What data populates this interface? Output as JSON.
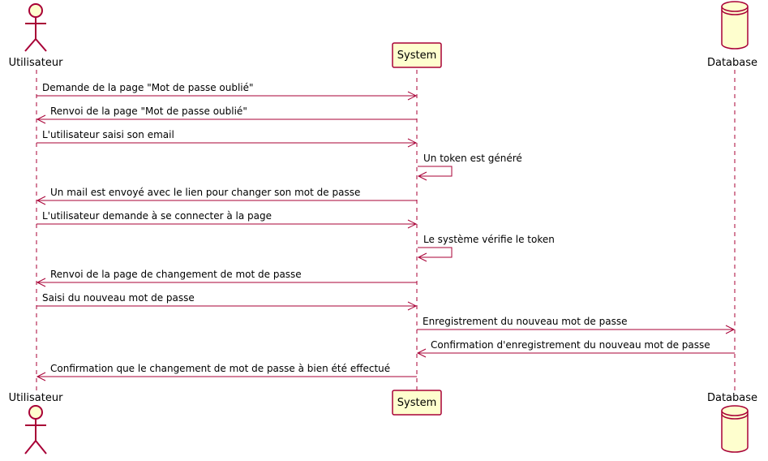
{
  "colors": {
    "line": "#A80036",
    "fill": "#FEFECE",
    "text": "#000000"
  },
  "participants": [
    {
      "id": "user",
      "label": "Utilisateur",
      "kind": "actor"
    },
    {
      "id": "system",
      "label": "System",
      "kind": "participant"
    },
    {
      "id": "db",
      "label": "Database",
      "kind": "database"
    }
  ],
  "messages": [
    {
      "from": "user",
      "to": "system",
      "text": "Demande de la page \"Mot de passe oublié\""
    },
    {
      "from": "system",
      "to": "user",
      "text": "Renvoi de la page \"Mot de passe oublié\""
    },
    {
      "from": "user",
      "to": "system",
      "text": "L'utilisateur saisi son email"
    },
    {
      "from": "system",
      "to": "system",
      "text": "Un token est généré"
    },
    {
      "from": "system",
      "to": "user",
      "text": "Un mail est envoyé avec le lien pour changer son mot de passe"
    },
    {
      "from": "user",
      "to": "system",
      "text": "L'utilisateur demande à se connecter à la page"
    },
    {
      "from": "system",
      "to": "system",
      "text": "Le système vérifie le token"
    },
    {
      "from": "system",
      "to": "user",
      "text": "Renvoi de la page de changement de mot de passe"
    },
    {
      "from": "user",
      "to": "system",
      "text": "Saisi du nouveau mot de passe"
    },
    {
      "from": "system",
      "to": "db",
      "text": "Enregistrement du nouveau mot de passe"
    },
    {
      "from": "db",
      "to": "system",
      "text": "Confirmation d'enregistrement du nouveau mot de passe"
    },
    {
      "from": "system",
      "to": "user",
      "text": "Confirmation que le changement de mot de passe à bien été effectué"
    }
  ]
}
